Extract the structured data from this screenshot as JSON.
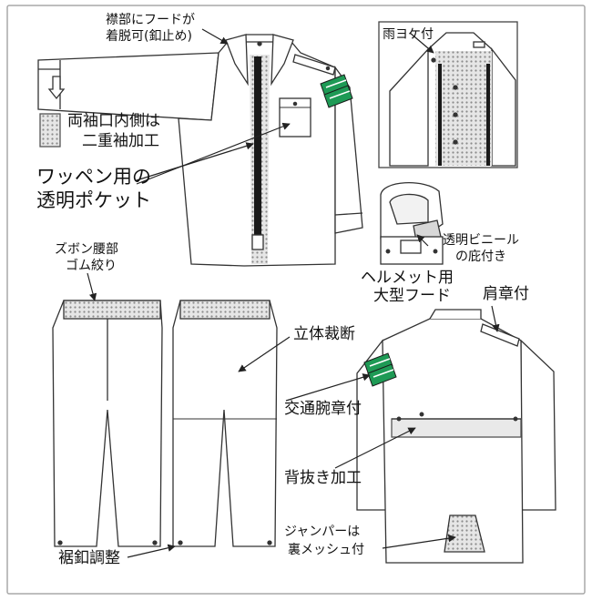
{
  "labels": {
    "hood_collar": [
      "襟部にフードが",
      "着脱可(釦止め)"
    ],
    "double_cuff": [
      "両袖口内側は",
      "二重袖加工"
    ],
    "patch_pocket": [
      "ワッペン用の",
      "透明ポケット"
    ],
    "rain_flap": "雨ヨケ付",
    "visor": [
      "透明ビニール",
      "の庇付き"
    ],
    "helmet_hood": [
      "ヘルメット用",
      "大型フード"
    ],
    "shoulder_strap": "肩章付",
    "waist_rubber": [
      "ズボン腰部",
      "ゴム絞り"
    ],
    "three_d_cut": "立体裁断",
    "armband": "交通腕章付",
    "back_vent": "背抜き加工",
    "mesh_lining": [
      "ジャンパーは",
      "裏メッシュ付"
    ],
    "hem_button": "裾釦調整"
  },
  "colors": {
    "line": "#333333",
    "armband_green": "#1e9a55",
    "mesh_gray": "#9a9a9a",
    "zipper": "#1a1a1a",
    "frame": "#a8a8a8"
  }
}
